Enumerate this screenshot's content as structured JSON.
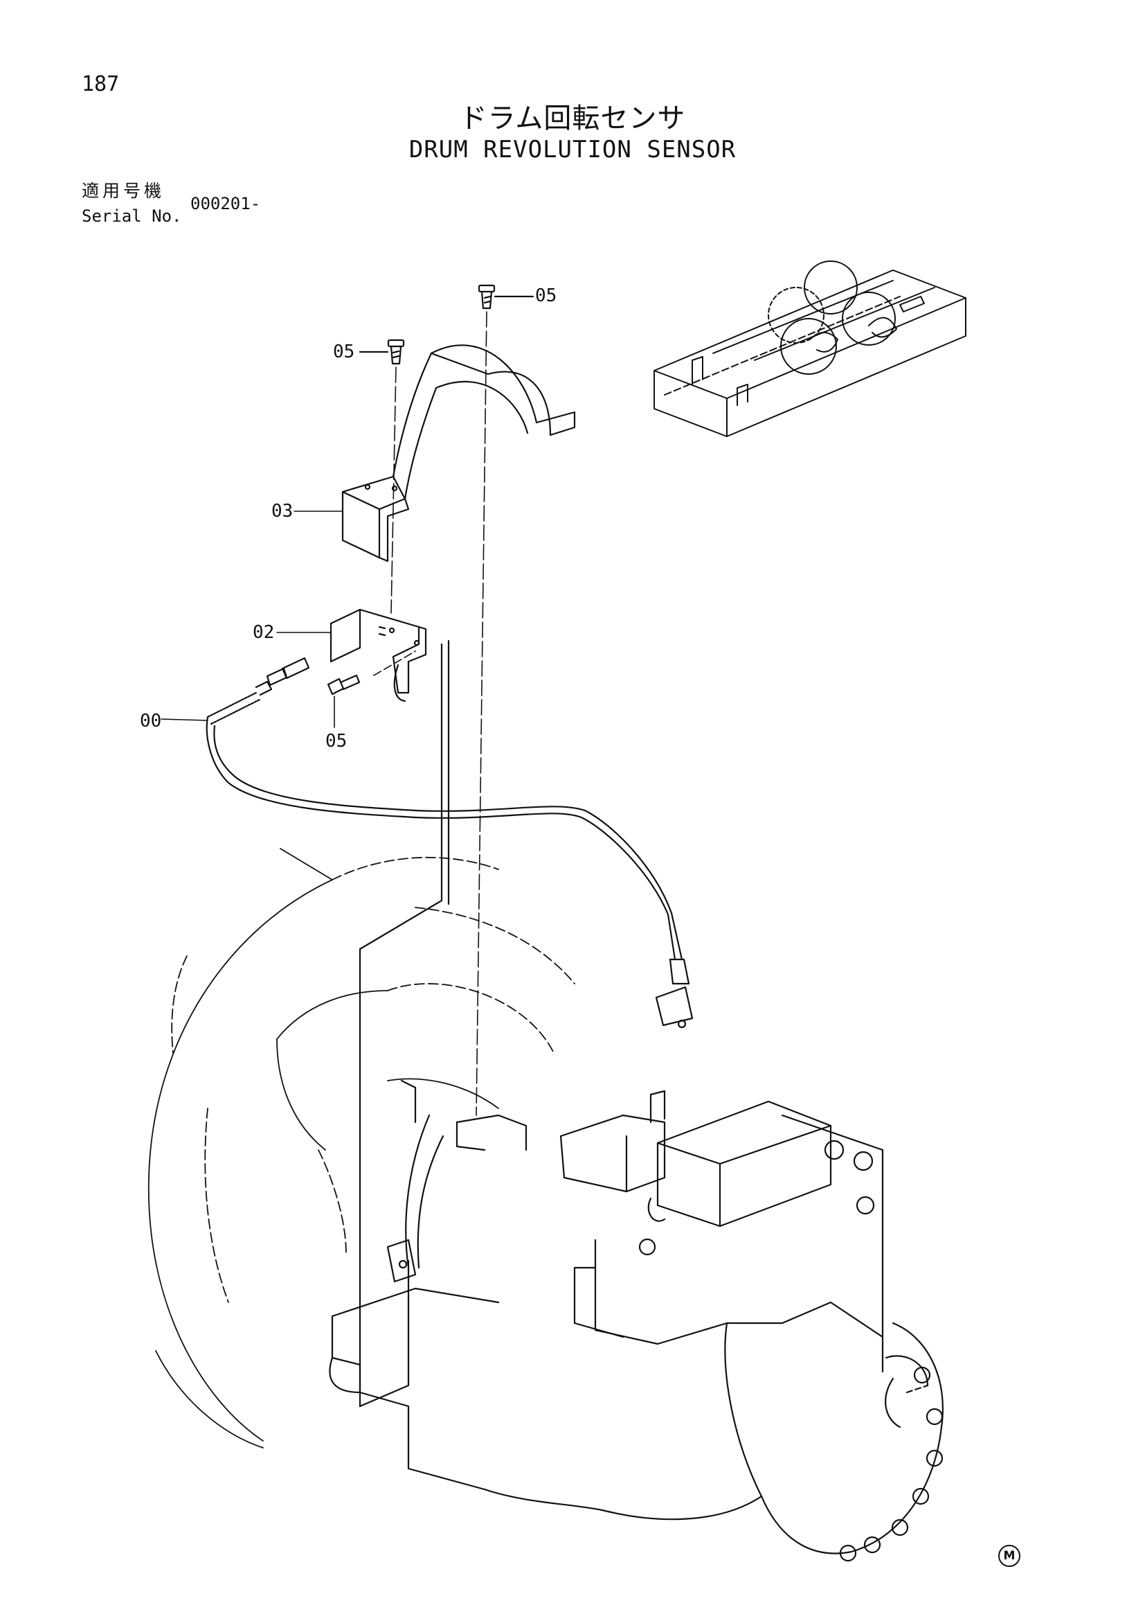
{
  "page": {
    "number": "187"
  },
  "title": {
    "japanese": "ドラム回転センサ",
    "english": "DRUM REVOLUTION SENSOR"
  },
  "serial": {
    "label_japanese": "適用号機",
    "label_english": "Serial No.",
    "value": "000201-"
  },
  "callouts": {
    "bolt_top": "05",
    "bolt_left": "05",
    "bolt_bottom": "05",
    "cover": "03",
    "bracket": "02",
    "sensor": "00"
  },
  "footer_mark": "M"
}
